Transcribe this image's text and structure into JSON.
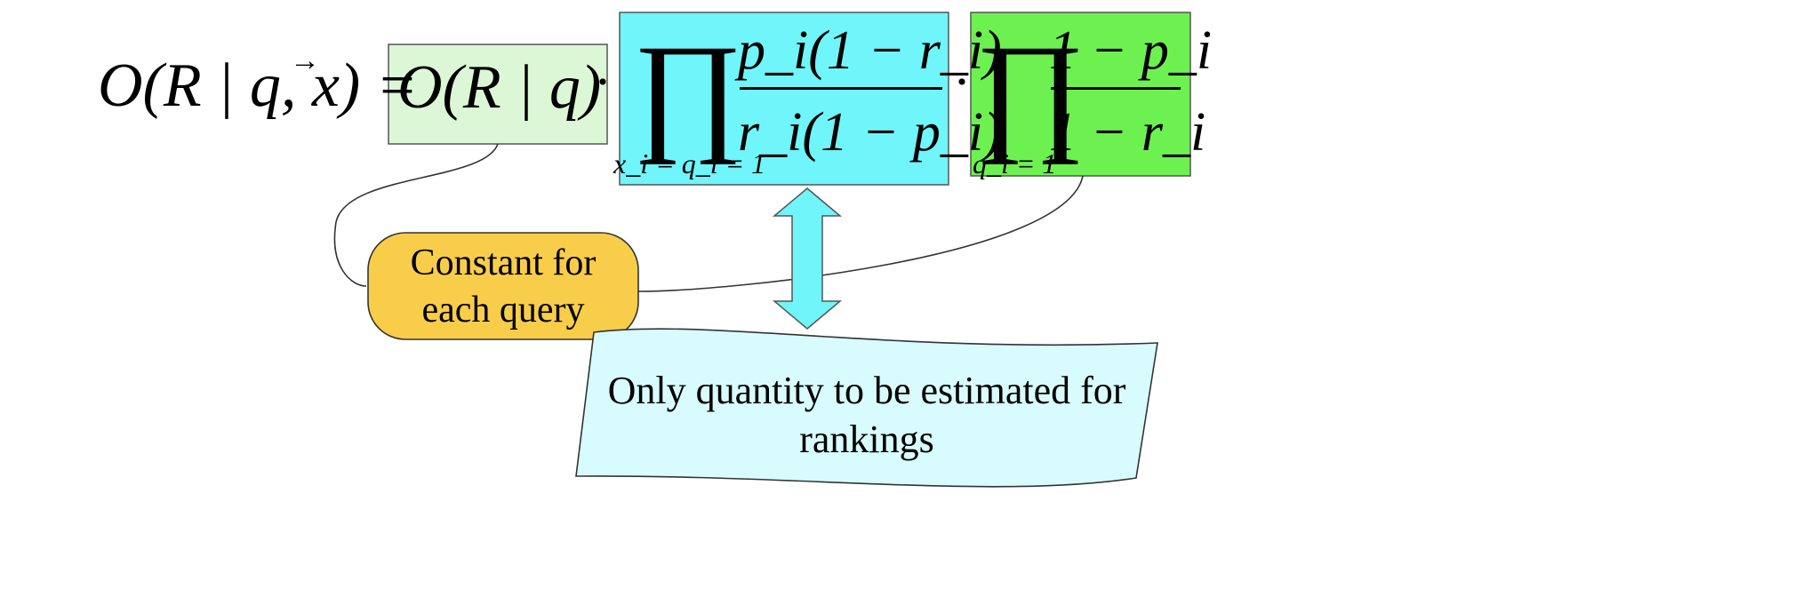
{
  "formula": {
    "lhs": "O(R | q, x) =",
    "vector_symbol": "x",
    "term1": "O(R | q)",
    "dot": "·",
    "product1": {
      "symbol": "∏",
      "subscript": "x_i = q_i = 1",
      "numerator": "p_i(1 − r_i)",
      "denominator": "r_i(1 − p_i)"
    },
    "product2": {
      "symbol": "∏",
      "subscript": "q_i = 1",
      "numerator": "1 − p_i",
      "denominator": "1 − r_i"
    }
  },
  "callouts": {
    "constant": "Constant for each query",
    "estimate": "Only quantity to be estimated for rankings"
  },
  "colors": {
    "term1_fill": "#dcf7d6",
    "product1_fill": "#6ff5fa",
    "product2_fill": "#6df150",
    "constant_fill": "#f8cd49",
    "estimate_fill": "#d8fcfd",
    "arrow_fill": "#6ff5fa"
  }
}
